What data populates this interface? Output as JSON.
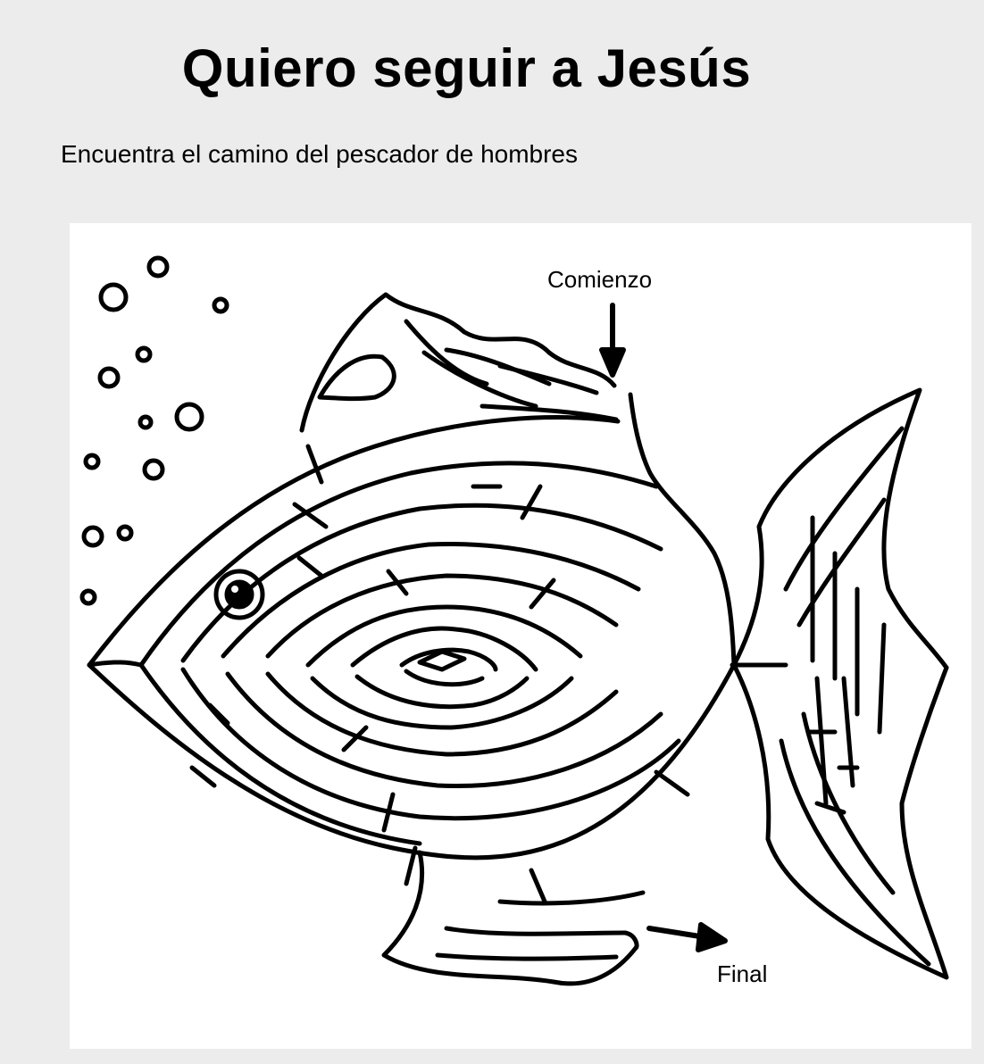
{
  "worksheet": {
    "title": "Quiero seguir a Jesús",
    "instruction": "Encuentra el camino del pescador de hombres",
    "start_label": "Comienzo",
    "end_label": "Final"
  },
  "icons": [
    "bubble-icon",
    "fish-eye-icon",
    "arrow-down-icon",
    "arrow-right-icon"
  ],
  "colors": {
    "ink": "#000000",
    "paper": "#ffffff",
    "background": "#ececec"
  }
}
